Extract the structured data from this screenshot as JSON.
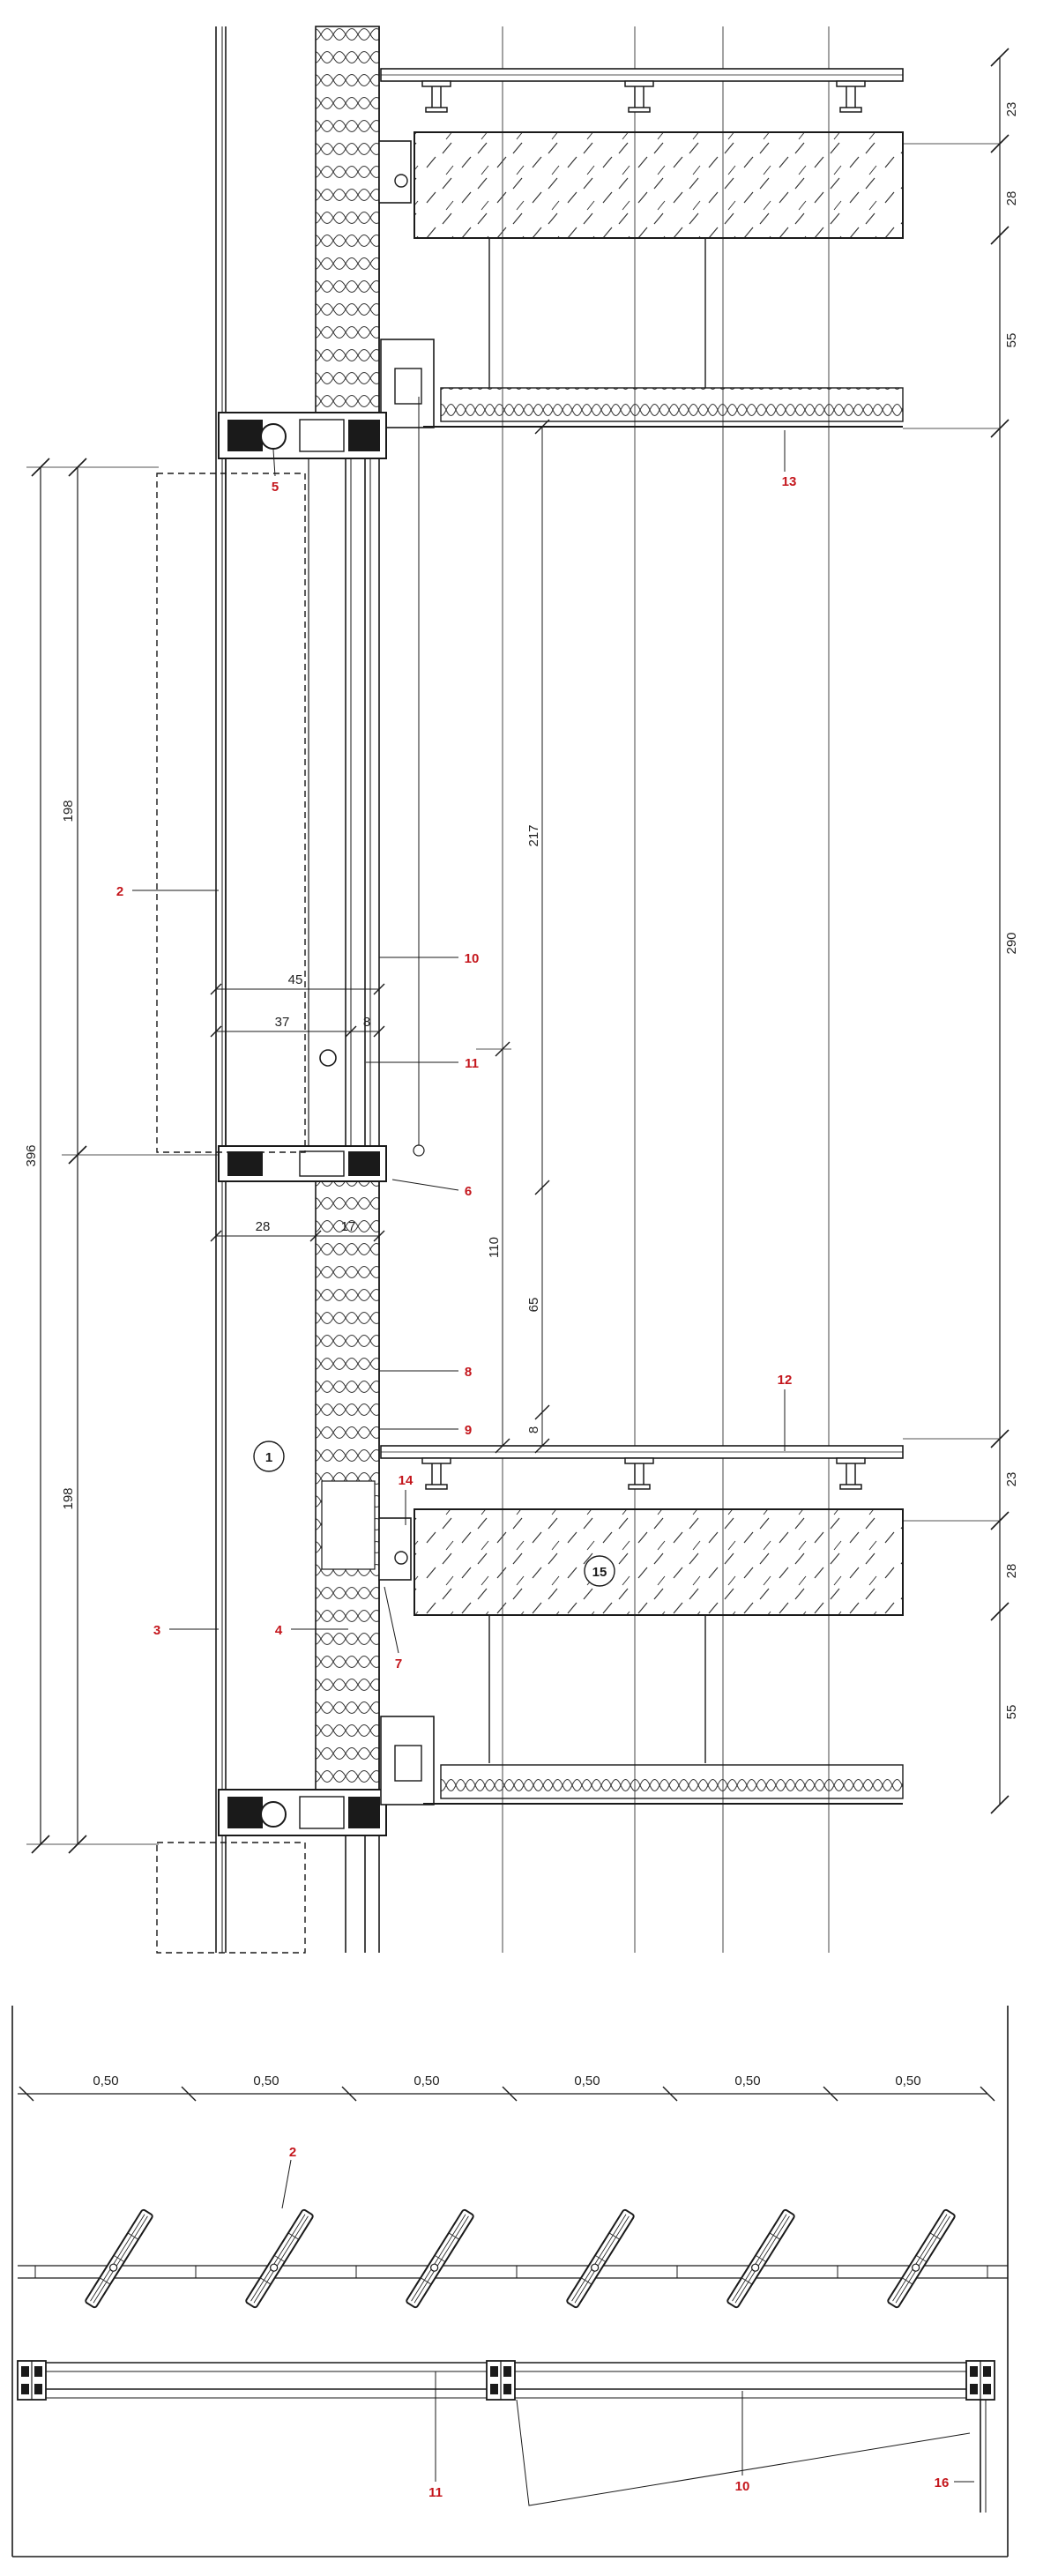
{
  "colors": {
    "line": "#1a1a1a",
    "label_red": "#c4161c",
    "hatch": "#333333",
    "paper": "#ffffff"
  },
  "section": {
    "right_dims": [
      "23",
      "28",
      "55",
      "290",
      "23",
      "28",
      "55"
    ],
    "left_dims": [
      "396",
      "198",
      "198"
    ],
    "inner_dims": {
      "d45": "45",
      "d37": "37",
      "d8a": "8",
      "d28": "28",
      "d17": "17",
      "d217": "217",
      "d110": "110",
      "d65": "65",
      "d8b": "8"
    },
    "labels": [
      "1",
      "2",
      "3",
      "4",
      "5",
      "6",
      "7",
      "8",
      "9",
      "10",
      "11",
      "12",
      "13",
      "14",
      "15"
    ]
  },
  "plan": {
    "spacing_dims": [
      "0,50",
      "0,50",
      "0,50",
      "0,50",
      "0,50",
      "0,50"
    ],
    "labels": {
      "l2": "2",
      "l11": "11",
      "l10": "10",
      "l16": "16"
    }
  }
}
